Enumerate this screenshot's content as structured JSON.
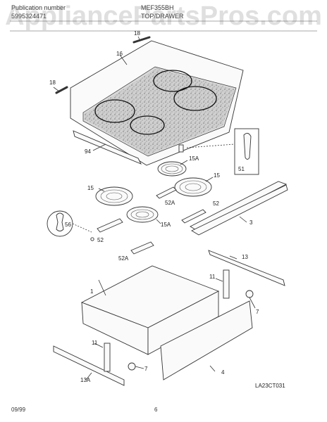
{
  "header": {
    "publication_label": "Publication number",
    "publication_number": "5995324471",
    "model": "MEF355BH",
    "section": "TOP/DRAWER"
  },
  "watermark": "AppliancePartsPros.com",
  "parts": {
    "p16": "16",
    "p18a": "18",
    "p18b": "18",
    "p94": "94",
    "p51": "51",
    "p15a_1": "15A",
    "p15_1": "15",
    "p15_2": "15",
    "p52a_1": "52A",
    "p52_1": "52",
    "p3": "3",
    "p56": "56",
    "p52_2": "52",
    "p15a_2": "15A",
    "p52a_2": "52A",
    "p13a": "13",
    "p11a": "11",
    "p1": "1",
    "p7a": "7",
    "p11b": "11",
    "p7b": "7",
    "p13b": "13A",
    "p4": "4"
  },
  "diagram_code": "LA23CT031",
  "footer": {
    "date": "09/99",
    "page": "6"
  }
}
